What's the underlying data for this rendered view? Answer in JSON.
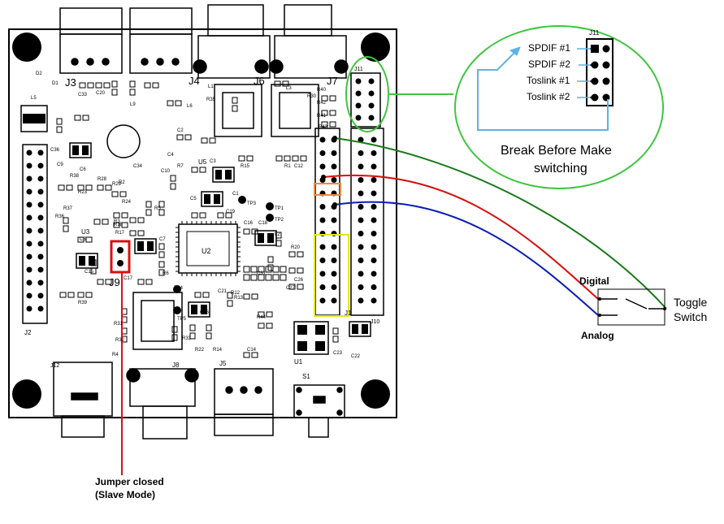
{
  "board": {
    "connector_labels": {
      "j1": "J1",
      "j2": "J2",
      "j3": "J3",
      "j4": "J4",
      "j5": "J5",
      "j6": "J6",
      "j7": "J7",
      "j8": "J8",
      "j9": "J9",
      "j10": "J10",
      "j11": "J11",
      "j12": "J12",
      "u1": "U1",
      "u2": "U2",
      "u3": "U3",
      "u5": "U5",
      "s1": "S1"
    },
    "component_labels": [
      "D1",
      "D2",
      "L5",
      "C33",
      "C20",
      "L9",
      "L6",
      "L1",
      "R35",
      "L3",
      "R30",
      "R40",
      "R42",
      "R41",
      "R43",
      "C2",
      "C4",
      "C3",
      "C10",
      "R15",
      "C12",
      "R1",
      "C34",
      "C36",
      "R38",
      "C6",
      "R28",
      "R29",
      "R2",
      "R23",
      "R24",
      "C5",
      "C1",
      "C19",
      "R5",
      "TP3",
      "TP1",
      "TP2",
      "C16",
      "L2",
      "R37",
      "R3",
      "R18",
      "R17",
      "C8",
      "C15",
      "C7",
      "R6",
      "C17",
      "TP4",
      "TP5",
      "C21",
      "C25",
      "R12",
      "R13",
      "R44",
      "R20",
      "C26",
      "C27",
      "C31",
      "R4",
      "R33",
      "R22",
      "R14",
      "C14",
      "C23",
      "C22",
      "C18",
      "R39",
      "R31",
      "R32",
      "R36",
      "C9",
      "R7"
    ]
  },
  "zoom_callout": {
    "header": "J11",
    "pins": [
      "SPDIF #1",
      "SPDIF #2",
      "Toslink #1",
      "Toslink #2"
    ],
    "caption_line1": "Break Before Make",
    "caption_line2": "switching"
  },
  "toggle_switch": {
    "label_line1": "Toggle",
    "label_line2": "Switch",
    "position_top": "Digital",
    "position_bottom": "Analog"
  },
  "jumper_note": {
    "line1": "Jumper closed",
    "line2": "(Slave Mode)"
  },
  "colors": {
    "outline": "#000000",
    "wire_common": "#1a7a1a",
    "wire_digital": "#d81010",
    "wire_analog": "#0a1eb4",
    "callout_circle": "#3fc63f",
    "jumper_box": "#d81010",
    "orange_box": "#f08a3c",
    "yellow_box": "#e6e61e",
    "callout_arrow": "#5ab4e6"
  }
}
